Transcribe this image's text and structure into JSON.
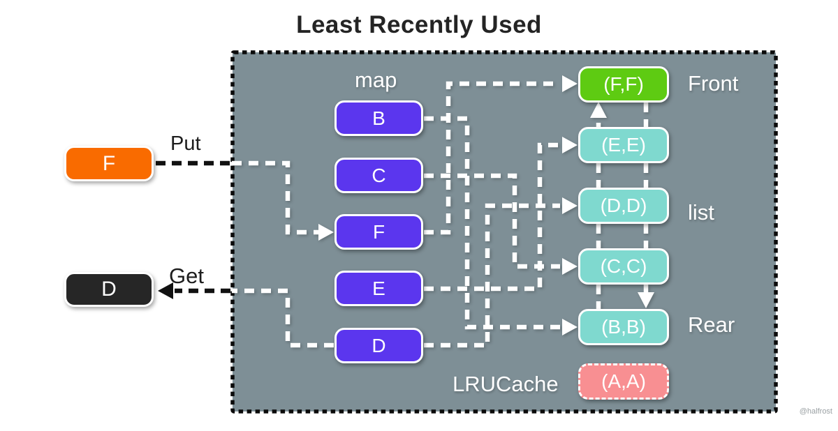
{
  "title": "Least Recently Used",
  "watermark": "@halfrost",
  "colors": {
    "canvas_bg": "#ffffff",
    "cache_bg": "#7e8f96",
    "border": "#0b0b0b",
    "connector": "#ffffff",
    "outer_connector": "#111111",
    "map_node": "#5b36ee",
    "list_node": "#7fd9cf",
    "front_node": "#5ecb12",
    "evicted_node": "#f88f92",
    "put_node": "#f96b00",
    "get_node": "#262626"
  },
  "operations": {
    "put": {
      "label": "Put",
      "value": "F"
    },
    "get": {
      "label": "Get",
      "value": "D"
    }
  },
  "cache": {
    "label": "LRUCache",
    "map_label": "map",
    "map_nodes": [
      "B",
      "C",
      "F",
      "E",
      "D"
    ],
    "list_nodes": [
      "(F,F)",
      "(E,E)",
      "(D,D)",
      "(C,C)",
      "(B,B)",
      "(A,A)"
    ],
    "front_label": "Front",
    "list_label": "list",
    "rear_label": "Rear"
  }
}
